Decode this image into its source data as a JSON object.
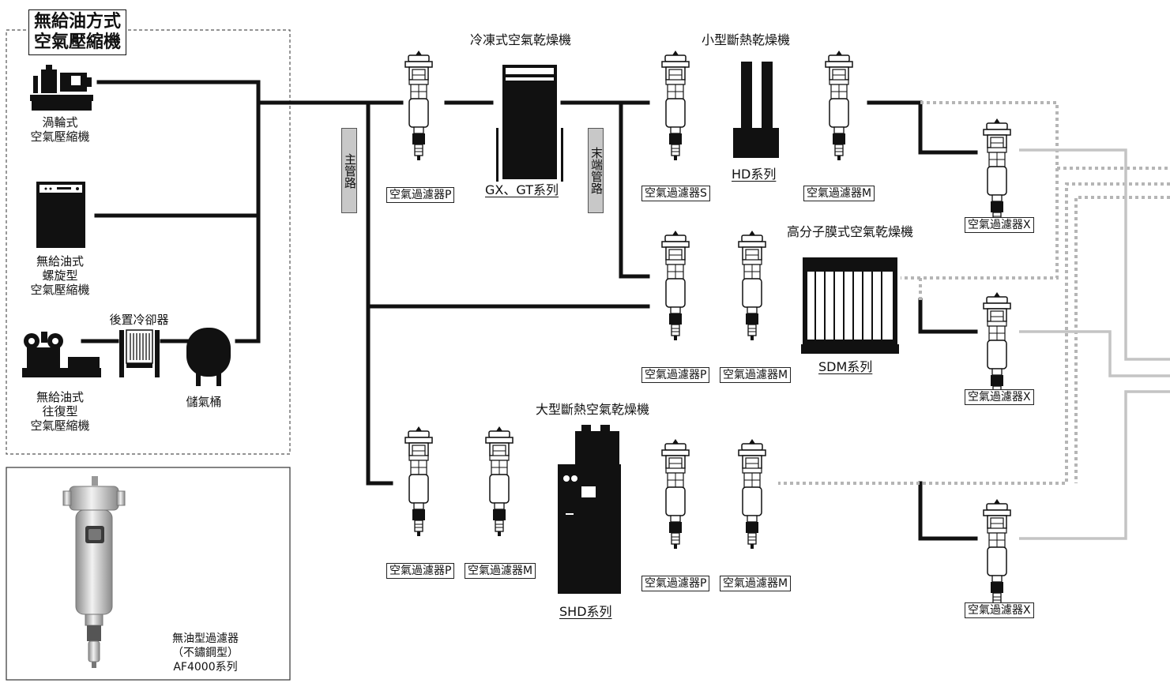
{
  "compressor_group": {
    "title_line1": "無給油方式",
    "title_line2": "空氣壓縮機",
    "turbo_line1": "渦輪式",
    "turbo_line2": "空氣壓縮機",
    "screw_line1": "無給油式",
    "screw_line2": "螺旋型",
    "screw_line3": "空氣壓縮機",
    "recip_line1": "無給油式",
    "recip_line2": "往復型",
    "recip_line3": "空氣壓縮機",
    "aftercooler": "後置冷卻器",
    "tank": "儲氣桶"
  },
  "pipes": {
    "main": "主管路",
    "end": "末端管路"
  },
  "dryers": {
    "refrigerated_title": "冷凍式空氣乾燥機",
    "refrigerated_series": "GX、GT系列",
    "small_heatless_title": "小型斷熱乾燥機",
    "small_heatless_series": "HD系列",
    "membrane_title": "高分子膜式空氣乾燥機",
    "membrane_series": "SDM系列",
    "large_heatless_title": "大型斷熱空氣乾燥機",
    "large_heatless_series": "SHD系列"
  },
  "filters": {
    "p": "空氣過濾器P",
    "s": "空氣過濾器S",
    "m": "空氣過濾器M",
    "x": "空氣過濾器X"
  },
  "product": {
    "line1": "無油型過濾器",
    "line2": "（不鏽鋼型）",
    "line3": "AF4000系列"
  },
  "colors": {
    "pipe": "#111111",
    "dotted": "#b5b5b5",
    "light_line": "#c4c4c4"
  }
}
